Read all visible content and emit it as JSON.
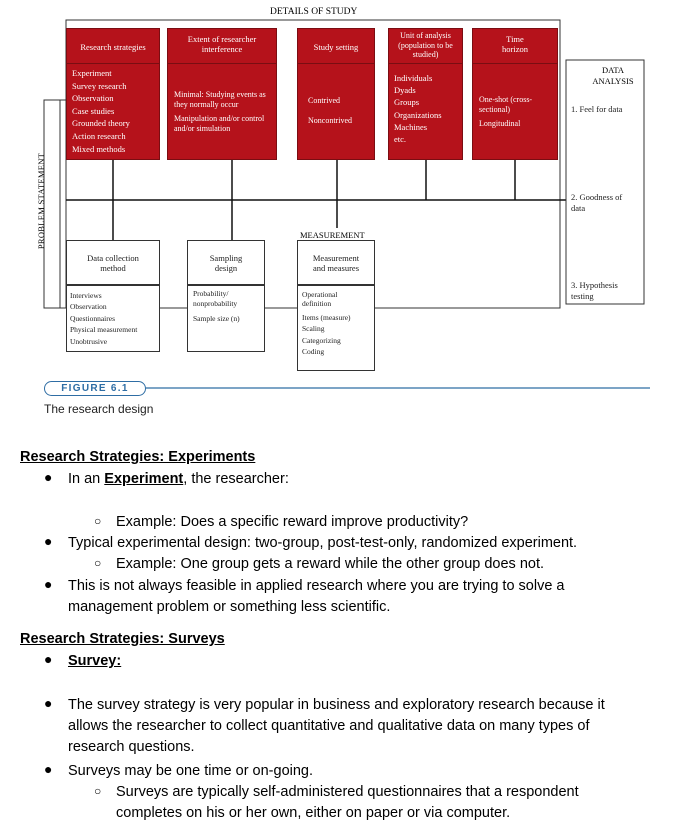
{
  "figure": {
    "title": "DETAILS OF STUDY",
    "left_label": "PROBLEM STATEMENT",
    "label": "FIGURE 6.1",
    "caption": "The research design",
    "top_boxes": [
      {
        "header": "Research strategies",
        "items": [
          "Experiment",
          "Survey research",
          "Observation",
          "Case studies",
          "Grounded theory",
          "Action research",
          "Mixed methods"
        ]
      },
      {
        "header": "Extent of researcher interference",
        "items": [
          "Minimal: Studying events as they normally occur",
          "Manipulation and/or control and/or simulation"
        ]
      },
      {
        "header": "Study setting",
        "items": [
          "Contrived",
          "Noncontrived"
        ]
      },
      {
        "header": "Unit of analysis (population to be studied)",
        "items": [
          "Individuals",
          "Dyads",
          "Groups",
          "Organizations",
          "Machines",
          "etc."
        ]
      },
      {
        "header": "Time horizon",
        "items": [
          "One-shot (cross-sectional)",
          "Longitudinal"
        ]
      }
    ],
    "data_analysis": {
      "header": "DATA ANALYSIS",
      "items": [
        "1. Feel for data",
        "2. Goodness of data",
        "3. Hypothesis testing"
      ]
    },
    "measurement_label": "MEASUREMENT",
    "bottom_boxes": [
      {
        "header": "Data collection method",
        "items": [
          "Interviews",
          "Observation",
          "Questionnaires",
          "Physical measurement",
          "Unobtrusive"
        ]
      },
      {
        "header": "Sampling design",
        "items": [
          "Probability/ nonprobability",
          "Sample size (n)"
        ]
      },
      {
        "header": "Measurement and measures",
        "items": [
          "Operational definition",
          "Items (measure)",
          "Scaling",
          "Categorizing",
          "Coding"
        ]
      }
    ]
  },
  "sections": [
    {
      "heading": "Research Strategies: Experiments",
      "bullet1_pre": "In an ",
      "bullet1_link": "Experiment",
      "bullet1_post": ", the researcher:",
      "sub1": "Example: Does a specific reward improve productivity?",
      "bullet2": "Typical experimental design: two-group, post-test-only, randomized experiment.",
      "sub2": "Example: One group gets a reward while the other group does not.",
      "bullet3_line1": "This is not always feasible in applied research where you are trying to solve a",
      "bullet3_line2": "management problem or something less scientific."
    },
    {
      "heading": "Research Strategies: Surveys",
      "bullet1": "Survey:",
      "bullet2_line1": "The survey strategy is very popular in business and exploratory research because it",
      "bullet2_line2": "allows the researcher to collect quantitative and qualitative data on many types of",
      "bullet2_line3": "research questions.",
      "bullet3": "Surveys may be one time or on-going.",
      "sub1_line1": "Surveys are typically self-administered questionnaires that a respondent",
      "sub1_line2": "completes on his or her own, either on paper or via computer."
    }
  ]
}
